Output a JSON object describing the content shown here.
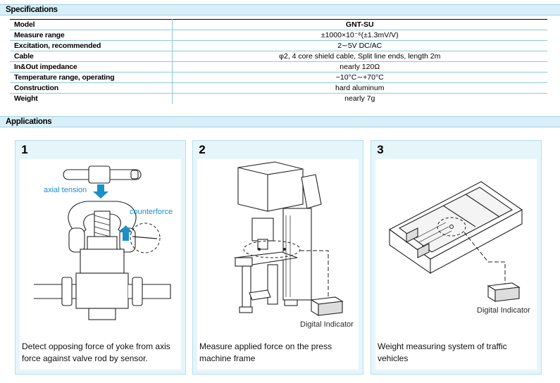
{
  "spec": {
    "header": "Specifications",
    "rows": [
      {
        "label": "Model",
        "value": "GNT-SU"
      },
      {
        "label": "Measure range",
        "value": "±1000×10⁻⁶(±1.3mV/V)"
      },
      {
        "label": "Excitation, recommended",
        "value": "2∼5V DC/AC"
      },
      {
        "label": "Cable",
        "value": "φ2, 4 core shield cable, Split line ends, length 2m"
      },
      {
        "label": "In&Out impedance",
        "value": "nearly 120Ω"
      },
      {
        "label": "Temperature range, operating",
        "value": "−10°C∼+70°C"
      },
      {
        "label": "Construction",
        "value": "hard aluminum"
      },
      {
        "label": "Weight",
        "value": "nearly 7g"
      }
    ]
  },
  "applications": {
    "header": "Applications",
    "panels": [
      {
        "number": "1",
        "caption": "Detect opposing force of yoke from axis force against valve rod by sensor.",
        "labels": {
          "axial": "axial tension",
          "counter": "counterforce"
        }
      },
      {
        "number": "2",
        "caption": "Measure applied force on the press machine frame",
        "labels": {
          "indicator": "Digital Indicator"
        }
      },
      {
        "number": "3",
        "caption": "Weight measuring system of traffic vehicles",
        "labels": {
          "indicator": "Digital Indicator"
        }
      }
    ],
    "colors": {
      "accent_blue": "#1b8fc8",
      "panel_bg": "#e6f5fa",
      "header_bg": "#d9eff7"
    }
  }
}
